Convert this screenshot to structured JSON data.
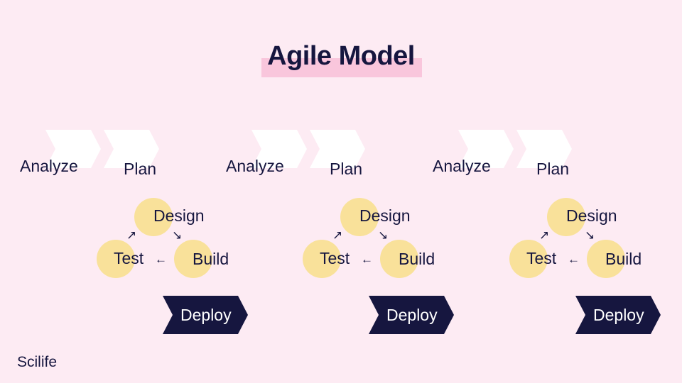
{
  "title": "Agile Model",
  "brand": "Scilife",
  "cycles": [
    {
      "analyze": "Analyze",
      "plan": "Plan",
      "design": "Design",
      "build": "Build",
      "test": "Test",
      "deploy": "Deploy"
    },
    {
      "analyze": "Analyze",
      "plan": "Plan",
      "design": "Design",
      "build": "Build",
      "test": "Test",
      "deploy": "Deploy"
    },
    {
      "analyze": "Analyze",
      "plan": "Plan",
      "design": "Design",
      "build": "Build",
      "test": "Test",
      "deploy": "Deploy"
    }
  ],
  "colors": {
    "background": "#fdebf3",
    "title_highlight": "#f9c6dc",
    "circle": "#f9e19a",
    "dark": "#16163f",
    "chevron_light": "#ffffff"
  },
  "icons": {
    "test_to_design": "arrow-up-right-icon",
    "design_to_build": "arrow-down-right-icon",
    "build_to_test": "arrow-left-icon"
  }
}
